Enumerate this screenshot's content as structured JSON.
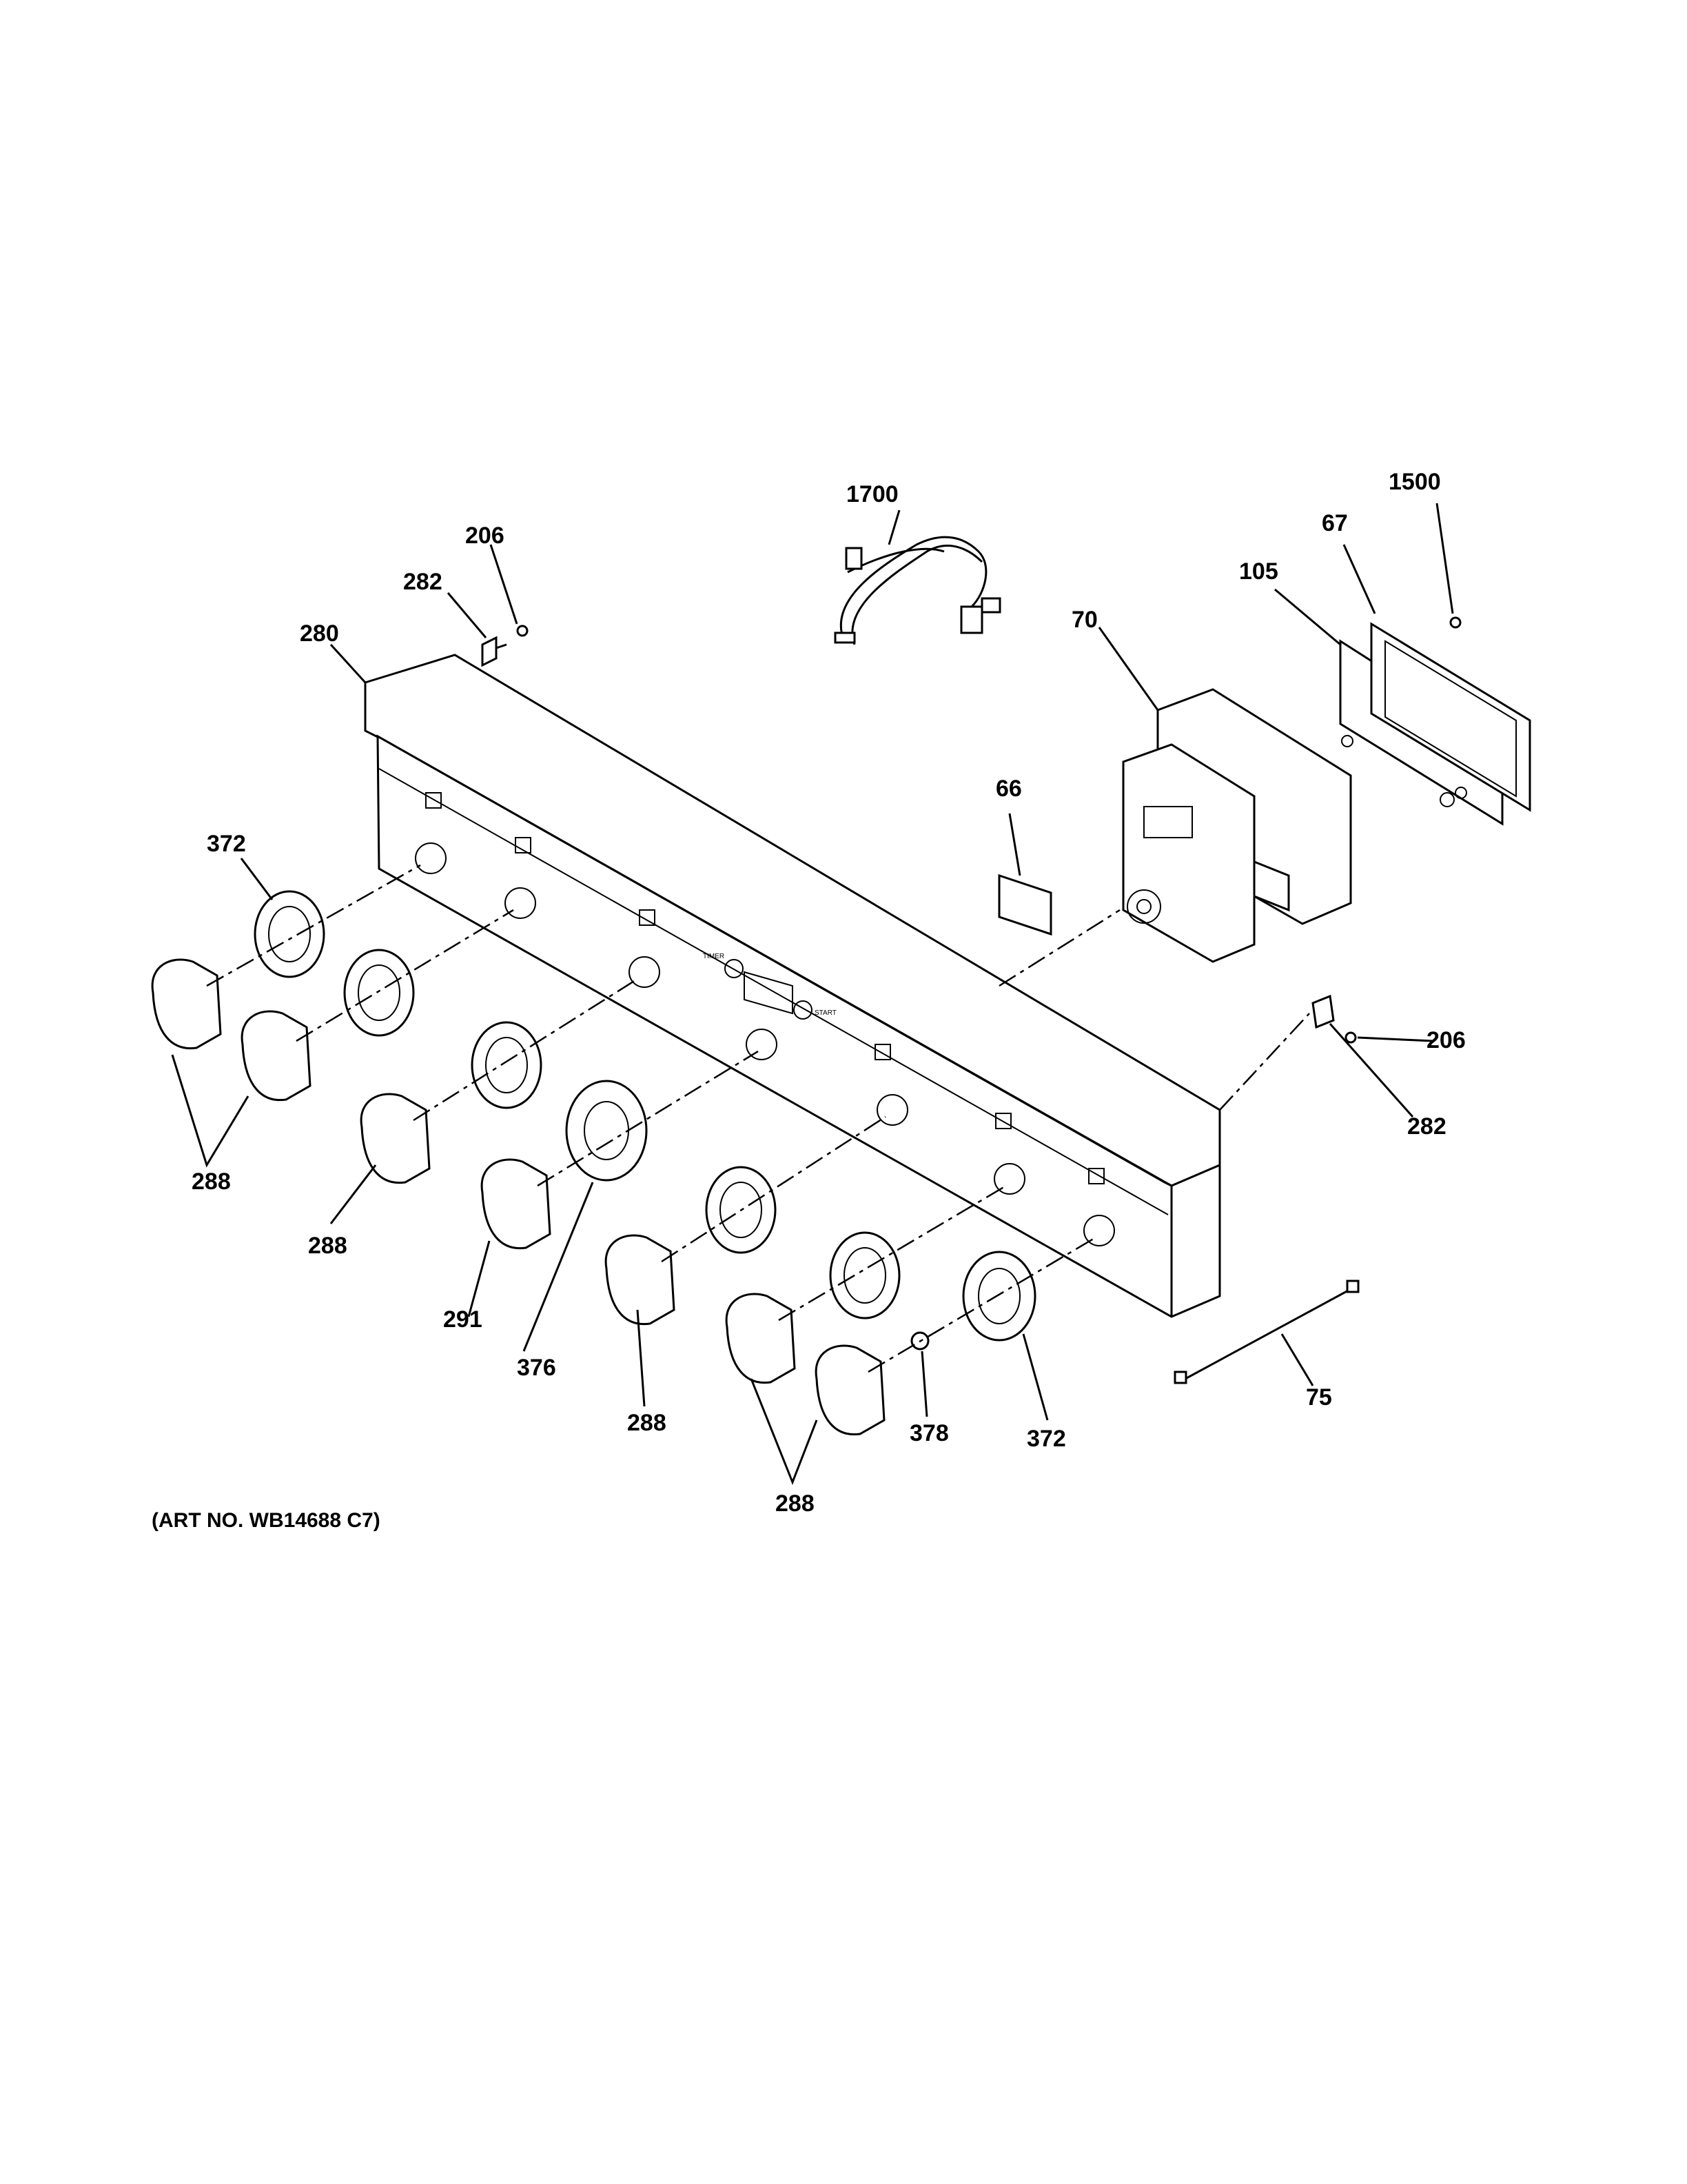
{
  "art_number": "(ART NO. WB14688 C7)",
  "callouts": {
    "p1700": "1700",
    "p1500": "1500",
    "p67": "67",
    "p105": "105",
    "p206_top": "206",
    "p282_top": "282",
    "p280": "280",
    "p70": "70",
    "p66": "66",
    "p372_left": "372",
    "p206_right": "206",
    "p282_right": "282",
    "p288_a": "288",
    "p288_b": "288",
    "p291": "291",
    "p376": "376",
    "p288_c": "288",
    "p378": "378",
    "p372_right": "372",
    "p75": "75",
    "p288_d": "288"
  },
  "panel_text": {
    "timer": "TIMER",
    "start": "START"
  }
}
